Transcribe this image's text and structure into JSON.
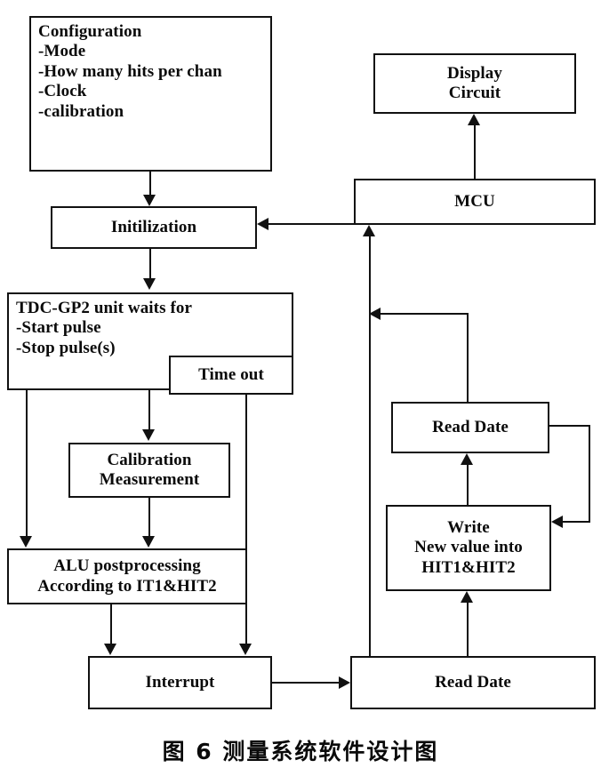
{
  "figure": {
    "caption": "图 6    测量系统软件设计图",
    "caption_label": "图 6",
    "caption_title": "测量系统软件设计图",
    "type": "flowchart",
    "ink_color": "#111111",
    "background_color": "#ffffff"
  },
  "nodes": {
    "configuration": {
      "label": "Configuration\n-Mode\n-How many hits per chan\n-Clock\n-calibration",
      "lines": [
        "Configuration",
        "-Mode",
        "-How many hits per chan",
        "-Clock",
        "-calibration"
      ]
    },
    "initialization": {
      "label": "Initilization"
    },
    "tdc_unit": {
      "label": "TDC-GP2 unit waits for\n-Start pulse\n-Stop pulse(s)",
      "lines": [
        "TDC-GP2 unit waits for",
        "-Start pulse",
        "-Stop pulse(s)"
      ]
    },
    "time_out": {
      "label": "Time out"
    },
    "calibration_measurement": {
      "label": "Calibration\nMeasurement",
      "lines": [
        "Calibration",
        "Measurement"
      ]
    },
    "alu_postprocessing": {
      "label": "ALU postprocessing\nAccording to IT1&HIT2",
      "lines": [
        "ALU postprocessing",
        "According to IT1&HIT2"
      ]
    },
    "interrupt": {
      "label": "Interrupt"
    },
    "read_date_bottom": {
      "label": "Read Date"
    },
    "write_hit": {
      "label": "Write\nNew value into\nHIT1&HIT2",
      "lines": [
        "Write",
        "New value into",
        "HIT1&HIT2"
      ]
    },
    "read_date_middle": {
      "label": "Read Date"
    },
    "mcu": {
      "label": "MCU"
    },
    "display_circuit": {
      "label": "Display\nCircuit",
      "lines": [
        "Display",
        "Circuit"
      ]
    }
  },
  "edges": [
    {
      "from": "configuration",
      "to": "initialization",
      "direction": "down"
    },
    {
      "from": "initialization",
      "to": "tdc_unit",
      "direction": "down"
    },
    {
      "from": "tdc_unit",
      "to": "calibration_measurement",
      "direction": "down"
    },
    {
      "from": "tdc_unit",
      "to": "alu_postprocessing",
      "direction": "down"
    },
    {
      "from": "calibration_measurement",
      "to": "alu_postprocessing",
      "direction": "down"
    },
    {
      "from": "time_out",
      "to": "interrupt",
      "direction": "down"
    },
    {
      "from": "alu_postprocessing",
      "to": "interrupt",
      "direction": "down"
    },
    {
      "from": "interrupt",
      "to": "read_date_bottom",
      "direction": "right"
    },
    {
      "from": "read_date_bottom",
      "to": "write_hit",
      "direction": "up"
    },
    {
      "from": "write_hit",
      "to": "read_date_middle",
      "direction": "up"
    },
    {
      "from": "read_date_middle",
      "to": "write_hit",
      "direction": "loop-right"
    },
    {
      "from": "read_date_middle",
      "to": "mcu",
      "direction": "left-then-up"
    },
    {
      "from": "read_date_bottom",
      "to": "mcu",
      "direction": "up"
    },
    {
      "from": "mcu",
      "to": "initialization",
      "direction": "left"
    },
    {
      "from": "mcu",
      "to": "display_circuit",
      "direction": "up"
    }
  ]
}
